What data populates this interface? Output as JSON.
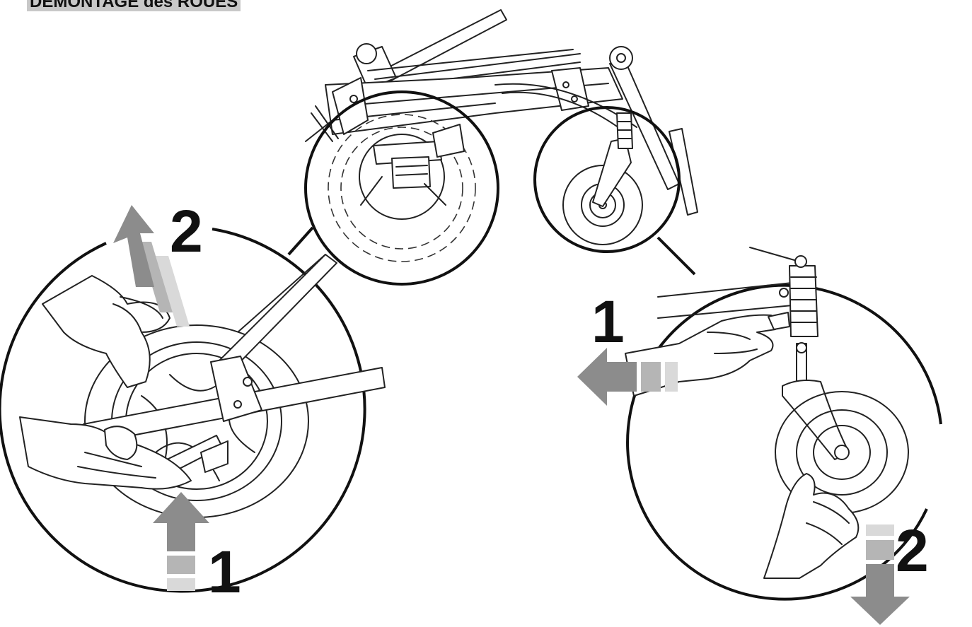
{
  "title": "DEMONTAGE des ROUES",
  "steps": {
    "rear_remove": "2",
    "rear_release": "1",
    "caster_release": "1",
    "caster_remove": "2"
  },
  "colors": {
    "line": "#111111",
    "arrow_dark": "#8c8c8c",
    "arrow_mid": "#b5b5b5",
    "arrow_light": "#d9d9d9",
    "title_bg": "#c8c8c8"
  },
  "icons": {
    "wheelchair": "folded-wheelchair-frame",
    "rear_wheel": "rear-wheel-quick-release",
    "caster": "caster-wheel-release"
  }
}
